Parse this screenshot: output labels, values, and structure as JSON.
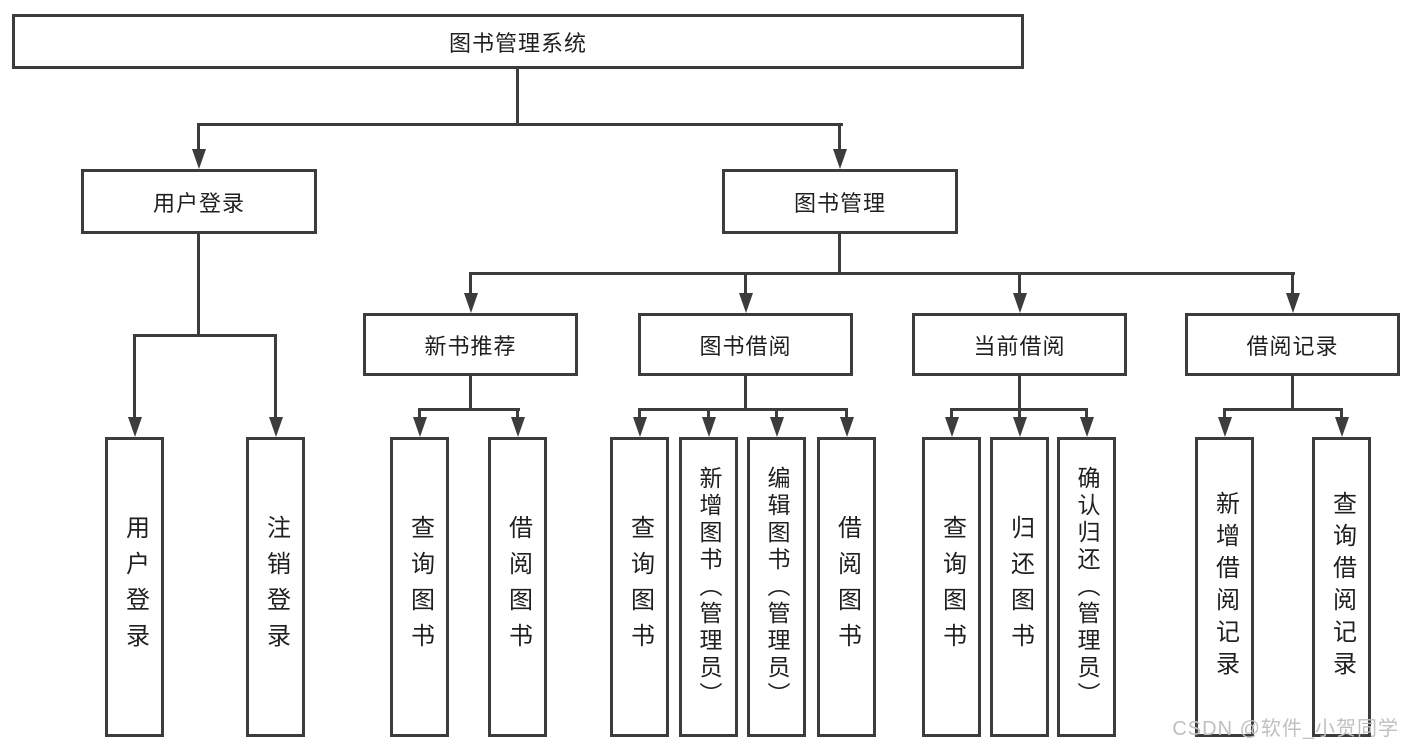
{
  "diagram": {
    "root": "图书管理系统",
    "level2": {
      "user_login": "用户登录",
      "book_management": "图书管理"
    },
    "level3": {
      "new_book_recommend": "新书推荐",
      "book_borrow": "图书借阅",
      "current_borrow": "当前借阅",
      "borrow_records": "借阅记录"
    },
    "leaves": {
      "login": [
        "用户登录",
        "注销登录"
      ],
      "recommend": [
        "查询图书",
        "借阅图书"
      ],
      "borrow": [
        "查询图书",
        "新增图书（管理员）",
        "编辑图书（管理员）",
        "借阅图书"
      ],
      "current": [
        "查询图书",
        "归还图书",
        "确认归还（管理员）"
      ],
      "records": [
        "新增借阅记录",
        "查询借阅记录"
      ]
    }
  },
  "watermark": "CSDN @软件_小贺同学",
  "colors": {
    "line": "#3c3c3c",
    "text": "#1f1f1f",
    "watermark": "#c0c0c0",
    "background": "#ffffff"
  }
}
